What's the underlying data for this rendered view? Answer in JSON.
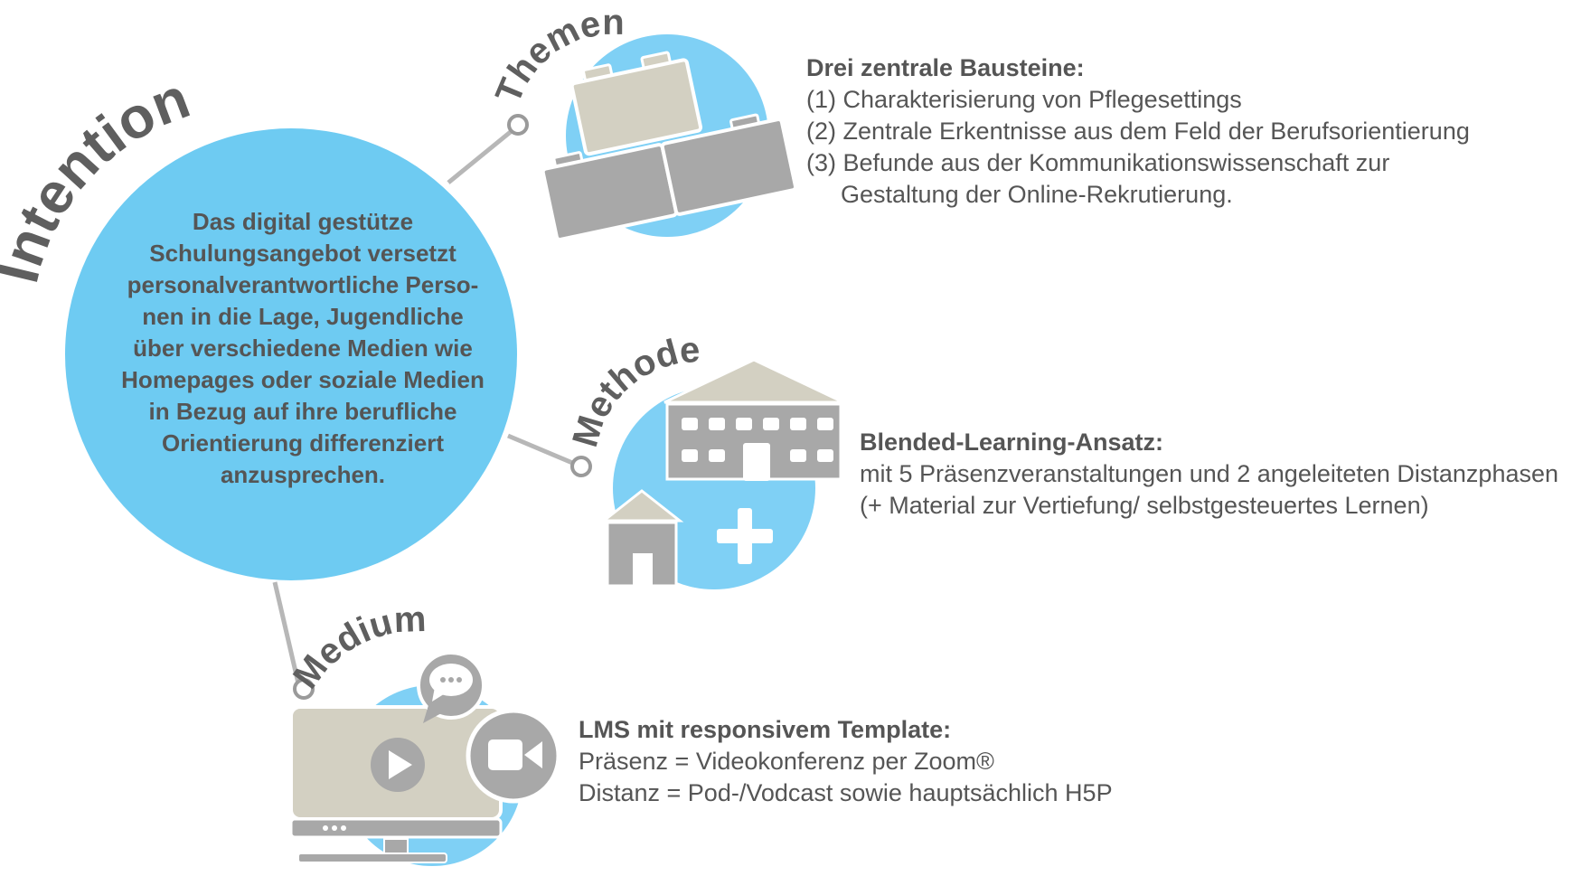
{
  "colors": {
    "circle_blue": "#6ecbf2",
    "icon_circle_blue": "#7fd0f5",
    "beige": "#d3d0c2",
    "gray": "#a8a8a8",
    "connector": "#b7b7b7",
    "text": "#555555"
  },
  "intention": {
    "title": "Intention",
    "lines": [
      "Das digital gestütze",
      "Schulungsangebot versetzt",
      "personalverantwortliche Perso-",
      "nen in die Lage, Jugendliche",
      "über verschiedene Medien wie",
      "Homepages oder soziale Medien",
      "in Bezug auf ihre berufliche",
      "Orientierung differenziert",
      "anzusprechen."
    ]
  },
  "themen": {
    "title": "Themen",
    "icon": "building-blocks-icon",
    "heading": "Drei zentrale Bausteine:",
    "lines": [
      "(1) Charakterisierung von Pflegesettings",
      "(2) Zentrale Erkentnisse aus dem Feld der Berufsorientierung",
      "(3) Befunde aus der Kommunikationswissenschaft zur",
      "Gestaltung der Online-Rekrutierung."
    ]
  },
  "methode": {
    "title": "Methode",
    "icon": "school-house-plus-icon",
    "heading": "Blended-Learning-Ansatz:",
    "lines": [
      "mit 5 Präsenzveranstaltungen und 2 angeleiteten Distanzphasen",
      "(+ Material zur Vertiefung/ selbstgesteuertes Lernen)"
    ]
  },
  "medium": {
    "title": "Medium",
    "icon": "video-monitor-chat-camera-icon",
    "heading": "LMS mit responsivem Template:",
    "lines": [
      "Präsenz = Videokonferenz per Zoom®",
      "Distanz = Pod-/Vodcast sowie hauptsächlich H5P"
    ]
  }
}
